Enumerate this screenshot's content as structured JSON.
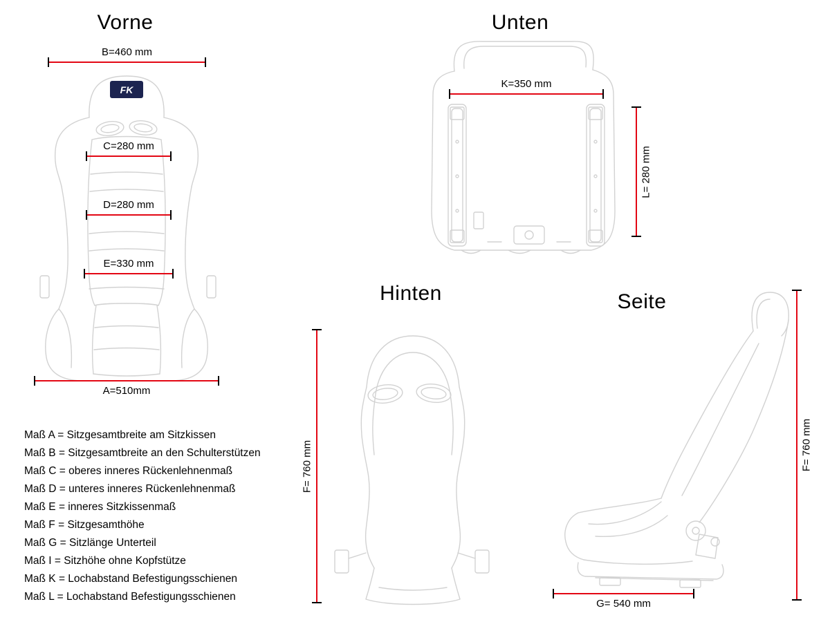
{
  "page": {
    "background": "#ffffff",
    "dimension_line_color": "#e30613",
    "tick_color": "#000000",
    "drawing_line_color": "#d2d2d2"
  },
  "brand": {
    "logo_text": "FK"
  },
  "views": {
    "front": {
      "title": "Vorne",
      "dims": {
        "b": "B=460 mm",
        "c": "C=280 mm",
        "d": "D=280 mm",
        "e": "E=330 mm",
        "a": "A=510mm"
      }
    },
    "bottom": {
      "title": "Unten",
      "dims": {
        "k": "K=350 mm",
        "l": "L= 280 mm"
      }
    },
    "rear": {
      "title": "Hinten",
      "dims": {
        "f": "F= 760 mm"
      }
    },
    "side": {
      "title": "Seite",
      "dims": {
        "f": "F= 760 mm",
        "g": "G= 540 mm"
      }
    }
  },
  "legend": {
    "items": [
      "Maß A = Sitzgesamtbreite am Sitzkissen",
      "Maß B = Sitzgesamtbreite an den Schulterstützen",
      "Maß C = oberes inneres Rückenlehnenmaß",
      "Maß D = unteres inneres Rückenlehnenmaß",
      "Maß E = inneres Sitzkissenmaß",
      "Maß F = Sitzgesamthöhe",
      "Maß G = Sitzlänge Unterteil",
      "Maß I = Sitzhöhe ohne Kopfstütze",
      "Maß K = Lochabstand Befestigungsschienen",
      "Maß L = Lochabstand Befestigungsschienen"
    ]
  }
}
